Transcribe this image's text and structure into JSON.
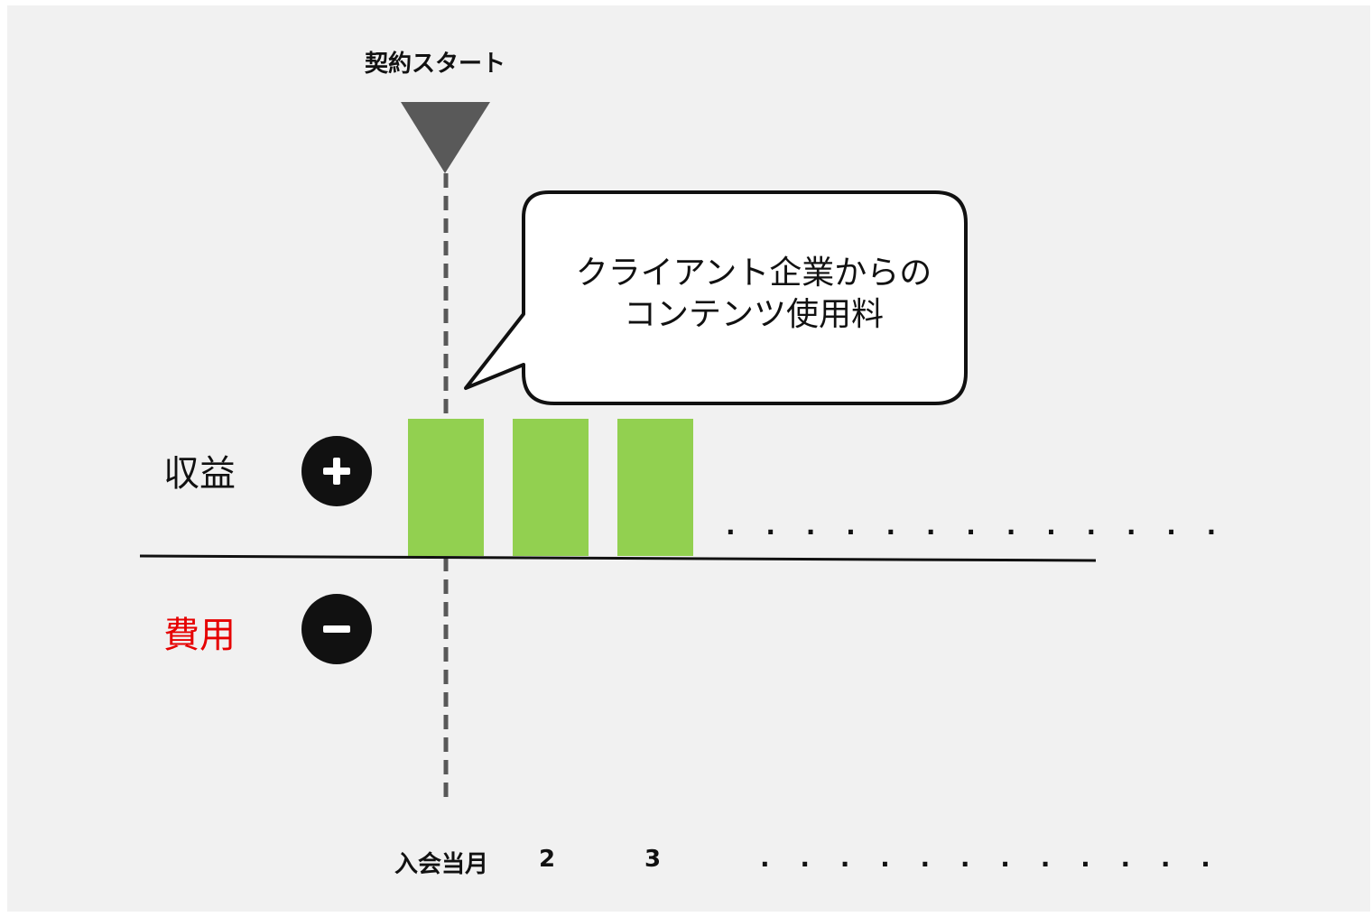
{
  "contract_start_label": "契約スタート",
  "revenue_label": "収益",
  "expense_label": "費用",
  "speech_bubble": {
    "line1": "クライアント企業からの",
    "line2": "コンテンツ使用料"
  },
  "x_ticks": [
    "入会当月",
    "2",
    "3"
  ],
  "ellipsis_upper": ". . . . . . . . . . . . .",
  "ellipsis_lower": ". . . . . . . . . . . .",
  "icons": {
    "plus": "plus-circle-icon",
    "minus": "minus-circle-icon",
    "marker": "triangle-down-icon"
  },
  "colors": {
    "bar": "#92d050",
    "expense_text": "#e60000",
    "marker": "#595959",
    "background": "#f1f1f1"
  },
  "chart_data": {
    "type": "bar",
    "categories": [
      "入会当月",
      "2",
      "3"
    ],
    "values": [
      1,
      1,
      1
    ]
  }
}
